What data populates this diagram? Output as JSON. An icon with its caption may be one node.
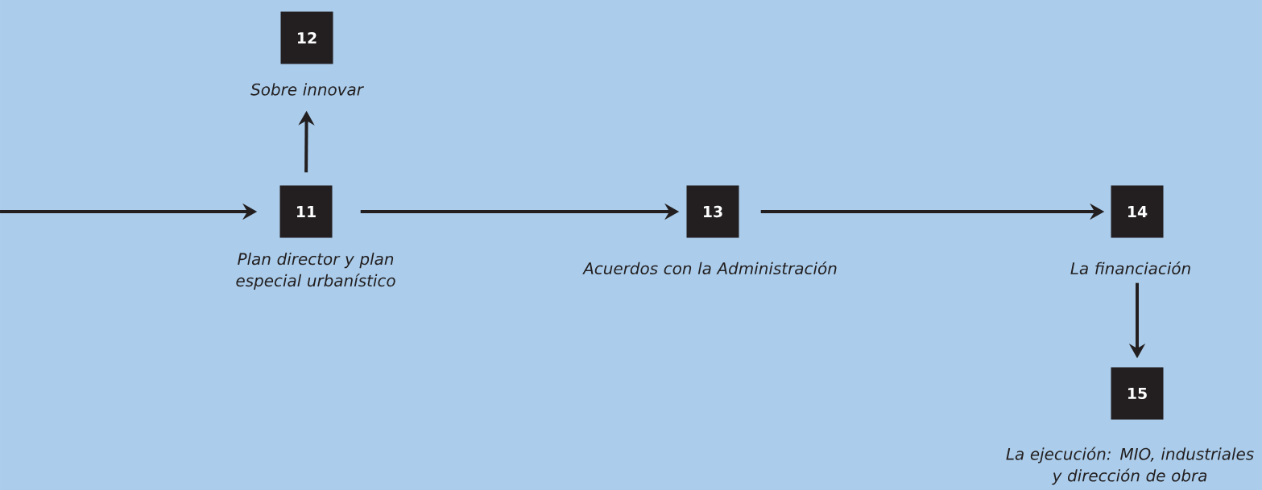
{
  "diagram": {
    "nodes": [
      {
        "text": [
          "12"
        ],
        "beside": [
          "Sobre innovar"
        ]
      },
      {
        "text": [
          "11"
        ],
        "beside": [
          "Plan director y plan especial urbanístico"
        ]
      },
      {
        "text": [
          "13"
        ],
        "beside": [
          "Acuerdos con la Administración"
        ]
      },
      {
        "text": [
          "14"
        ],
        "beside": [
          "La financiación"
        ]
      },
      {
        "text": [
          "15"
        ],
        "beside": [
          "La ejecución: MIO, industriales y dirección de obra"
        ]
      }
    ],
    "edges": [
      {
        "from": null,
        "to": 1,
        "arrow": "to"
      },
      {
        "from": 1,
        "to": 0,
        "arrow": "to"
      },
      {
        "from": 1,
        "to": 2,
        "arrow": "to"
      },
      {
        "from": 2,
        "to": 3,
        "arrow": "to"
      },
      {
        "from": 3,
        "to": 4,
        "arrow": "to"
      }
    ]
  }
}
